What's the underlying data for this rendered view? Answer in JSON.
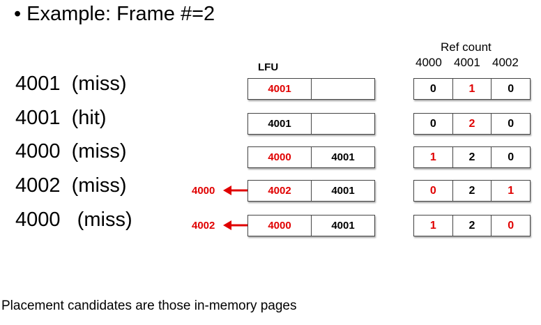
{
  "title": "Example: Frame #=2",
  "lfu_label": "LFU",
  "ref_count_label": "Ref count",
  "pages": [
    "4000",
    "4001",
    "4002"
  ],
  "rows": [
    {
      "request": "4001  (miss)",
      "frames": [
        "4001",
        ""
      ],
      "frame_red": [
        true,
        false
      ],
      "counts": [
        "0",
        "1",
        "0"
      ],
      "count_red": [
        false,
        true,
        false
      ],
      "evicted": ""
    },
    {
      "request": "4001  (hit)",
      "frames": [
        "4001",
        ""
      ],
      "frame_red": [
        false,
        false
      ],
      "counts": [
        "0",
        "2",
        "0"
      ],
      "count_red": [
        false,
        true,
        false
      ],
      "evicted": ""
    },
    {
      "request": "4000  (miss)",
      "frames": [
        "4000",
        "4001"
      ],
      "frame_red": [
        true,
        false
      ],
      "counts": [
        "1",
        "2",
        "0"
      ],
      "count_red": [
        true,
        false,
        false
      ],
      "evicted": ""
    },
    {
      "request": "4002  (miss)",
      "frames": [
        "4002",
        "4001"
      ],
      "frame_red": [
        true,
        false
      ],
      "counts": [
        "0",
        "2",
        "1"
      ],
      "count_red": [
        true,
        false,
        true
      ],
      "evicted": "4000"
    },
    {
      "request": "4000   (miss)",
      "frames": [
        "4000",
        "4001"
      ],
      "frame_red": [
        true,
        false
      ],
      "counts": [
        "1",
        "2",
        "0"
      ],
      "count_red": [
        true,
        false,
        true
      ],
      "evicted": "4002"
    }
  ],
  "footnote": "Placement candidates are those in-memory pages",
  "colors": {
    "highlight": "#e00000",
    "text": "#000000"
  }
}
